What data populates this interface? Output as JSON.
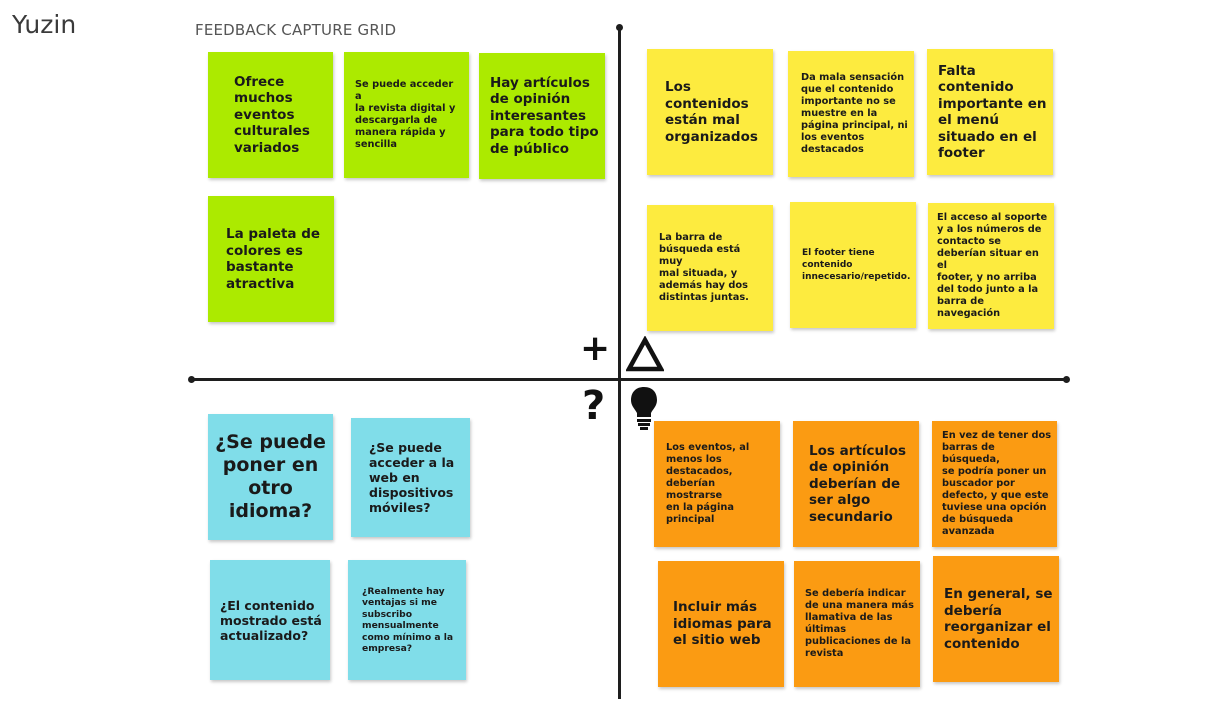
{
  "author": "Yuzin",
  "grid_title": "FEEDBACK CAPTURE GRID",
  "quadrant_symbols": {
    "plus": "+",
    "delta": "Δ",
    "question": "?",
    "idea_icon": "lightbulb-icon"
  },
  "colors": {
    "likes": "#acea00",
    "criticisms": "#fdeb3f",
    "questions": "#80dde9",
    "ideas": "#fb9b12"
  },
  "likes": [
    "Ofrece\nmuchos\neventos\nculturales\nvariados",
    "Se puede acceder a\nla revista digital y\ndescargarla de\nmanera rápida y\nsencilla",
    "Hay artículos\nde opinión\ninteresantes\npara todo tipo\nde público",
    "La paleta de\ncolores es\nbastante\natractiva"
  ],
  "criticisms": [
    "Los\ncontenidos\nestán mal\norganizados",
    "Da mala sensación\nque el contenido\nimportante no se\nmuestre en la\npágina principal, ni\nlos eventos\ndestacados",
    "Falta\ncontenido\nimportante en\nel menú\nsituado en el\nfooter",
    "La barra de\nbúsqueda está muy\nmal situada, y\nademás hay dos\ndistintas juntas.",
    "El footer tiene\ncontenido\ninnecesario/repetido.",
    "El acceso al soporte\ny a los números de\ncontacto se\ndeberían situar en el\nfooter, y no arriba\ndel todo junto a la\nbarra de navegación"
  ],
  "questions": [
    "¿Se puede\nponer en\notro\nidioma?",
    "¿Se puede\nacceder a la\nweb en\ndispositivos\nmóviles?",
    "¿El contenido\nmostrado está\nactualizado?",
    "¿Realmente hay\nventajas si me\nsubscribo\nmensualmente\ncomo mínimo a la\nempresa?"
  ],
  "ideas": [
    "Los eventos, al\nmenos los\ndestacados,\ndeberían mostrarse\nen la página\nprincipal",
    "Los artículos\nde opinión\ndeberían de\nser algo\nsecundario",
    "En vez de tener dos\nbarras de búsqueda,\nse podría poner un\nbuscador por\ndefecto, y que este\ntuviese una opción\nde búsqueda\navanzada",
    "Incluir más\nidiomas para\nel sitio web",
    "Se debería indicar\nde una manera más\nllamativa de las\núltimas\npublicaciones de la\nrevista",
    "En general, se\ndebería\nreorganizar el\ncontenido"
  ]
}
